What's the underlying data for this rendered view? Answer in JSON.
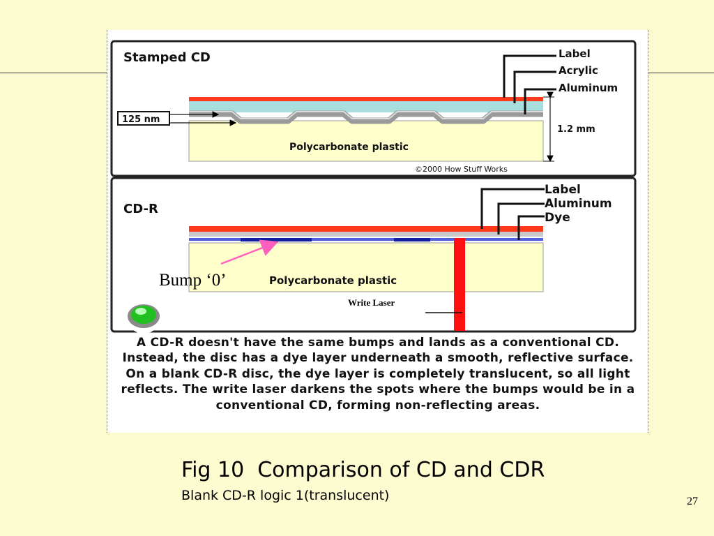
{
  "panels": {
    "stamped": {
      "title": "Stamped CD",
      "layer_labels": [
        "Label",
        "Acrylic",
        "Aluminum"
      ],
      "pit_depth_label": "125 nm",
      "thickness_label": "1.2 mm",
      "substrate_label": "Polycarbonate plastic",
      "credit": "©2000 How Stuff Works"
    },
    "cdr": {
      "title": "CD-R",
      "layer_labels": [
        "Label",
        "Aluminum",
        "Dye"
      ],
      "substrate_label": "Polycarbonate plastic",
      "bump_label": "Bump ‘0’",
      "laser_label": "Write Laser"
    }
  },
  "caption": "A CD-R doesn't have the same bumps and lands as a conventional CD. Instead, the disc has a dye layer underneath a smooth, reflective surface. On a blank CD-R disc, the dye layer is completely translucent, so all light reflects. The write laser darkens the spots where the bumps would be in a conventional CD, forming non-reflecting areas.",
  "figure_title": "Fig 10  Comparison of CD and CDR",
  "figure_subtitle": "Blank CD-R logic 1(translucent)",
  "page_number": "27",
  "colors": {
    "label_layer": "#ff3a1a",
    "acrylic_layer": "#a8dede",
    "aluminum_layer": "#9a9a9a",
    "dye_layer": "#5060e0",
    "dye_dark": "#1020a0",
    "polycarbonate": "#ffffcc",
    "laser": "#ff1010",
    "bump_arrow": "#ff60c0",
    "indicator": "#20c020"
  }
}
